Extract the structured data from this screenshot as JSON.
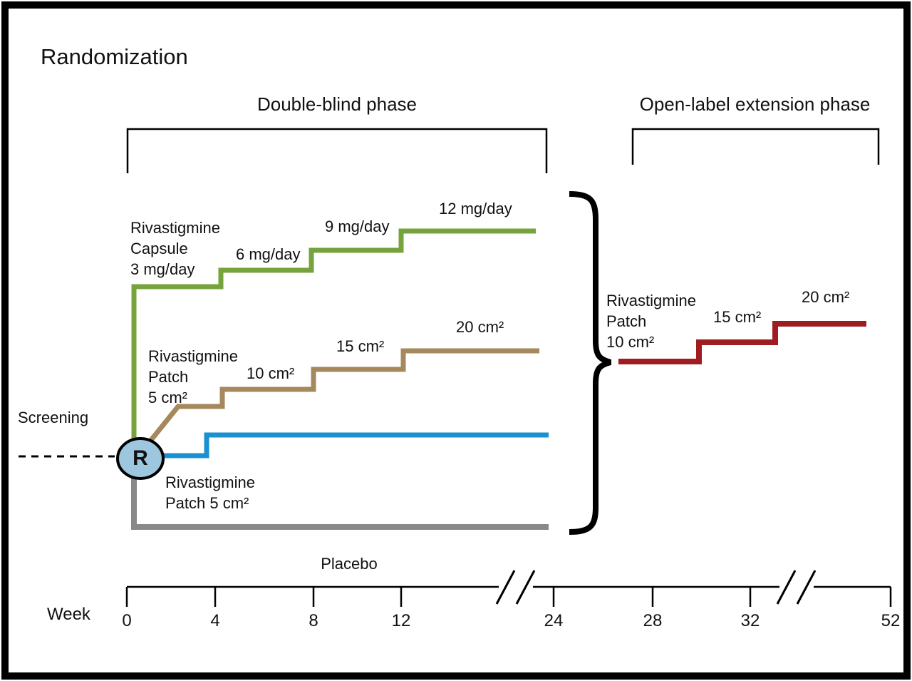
{
  "title": "Randomization",
  "phase_headers": {
    "double_blind": "Double-blind phase",
    "open_label": "Open-label extension phase"
  },
  "screening": {
    "label": "Screening"
  },
  "randomization": {
    "marker": "R",
    "fill": "#9dc6df"
  },
  "week_axis": {
    "label": "Week",
    "ticks": [
      "0",
      "4",
      "8",
      "12",
      "24",
      "28",
      "32",
      "52"
    ]
  },
  "arms": {
    "capsule": {
      "color": "#76a33c",
      "name_lines": [
        "Rivastigmine",
        "Capsule",
        "3 mg/day"
      ],
      "dose_steps": [
        "6 mg/day",
        "9 mg/day",
        "12 mg/day"
      ]
    },
    "patch_titrated": {
      "color": "#a6885d",
      "name_lines": [
        "Rivastigmine",
        "Patch",
        "5 cm²"
      ],
      "dose_steps": [
        "10 cm²",
        "15 cm²",
        "20 cm²"
      ]
    },
    "patch_fixed": {
      "color": "#1b92d0",
      "name_lines": [
        "Rivastigmine",
        "Patch 5 cm²"
      ]
    },
    "placebo": {
      "color": "#87898b",
      "label": "Placebo"
    },
    "open_label_patch": {
      "color": "#9f1d20",
      "name_lines": [
        "Rivastigmine",
        "Patch",
        "10 cm²"
      ],
      "dose_steps": [
        "15 cm²",
        "20 cm²"
      ]
    }
  }
}
